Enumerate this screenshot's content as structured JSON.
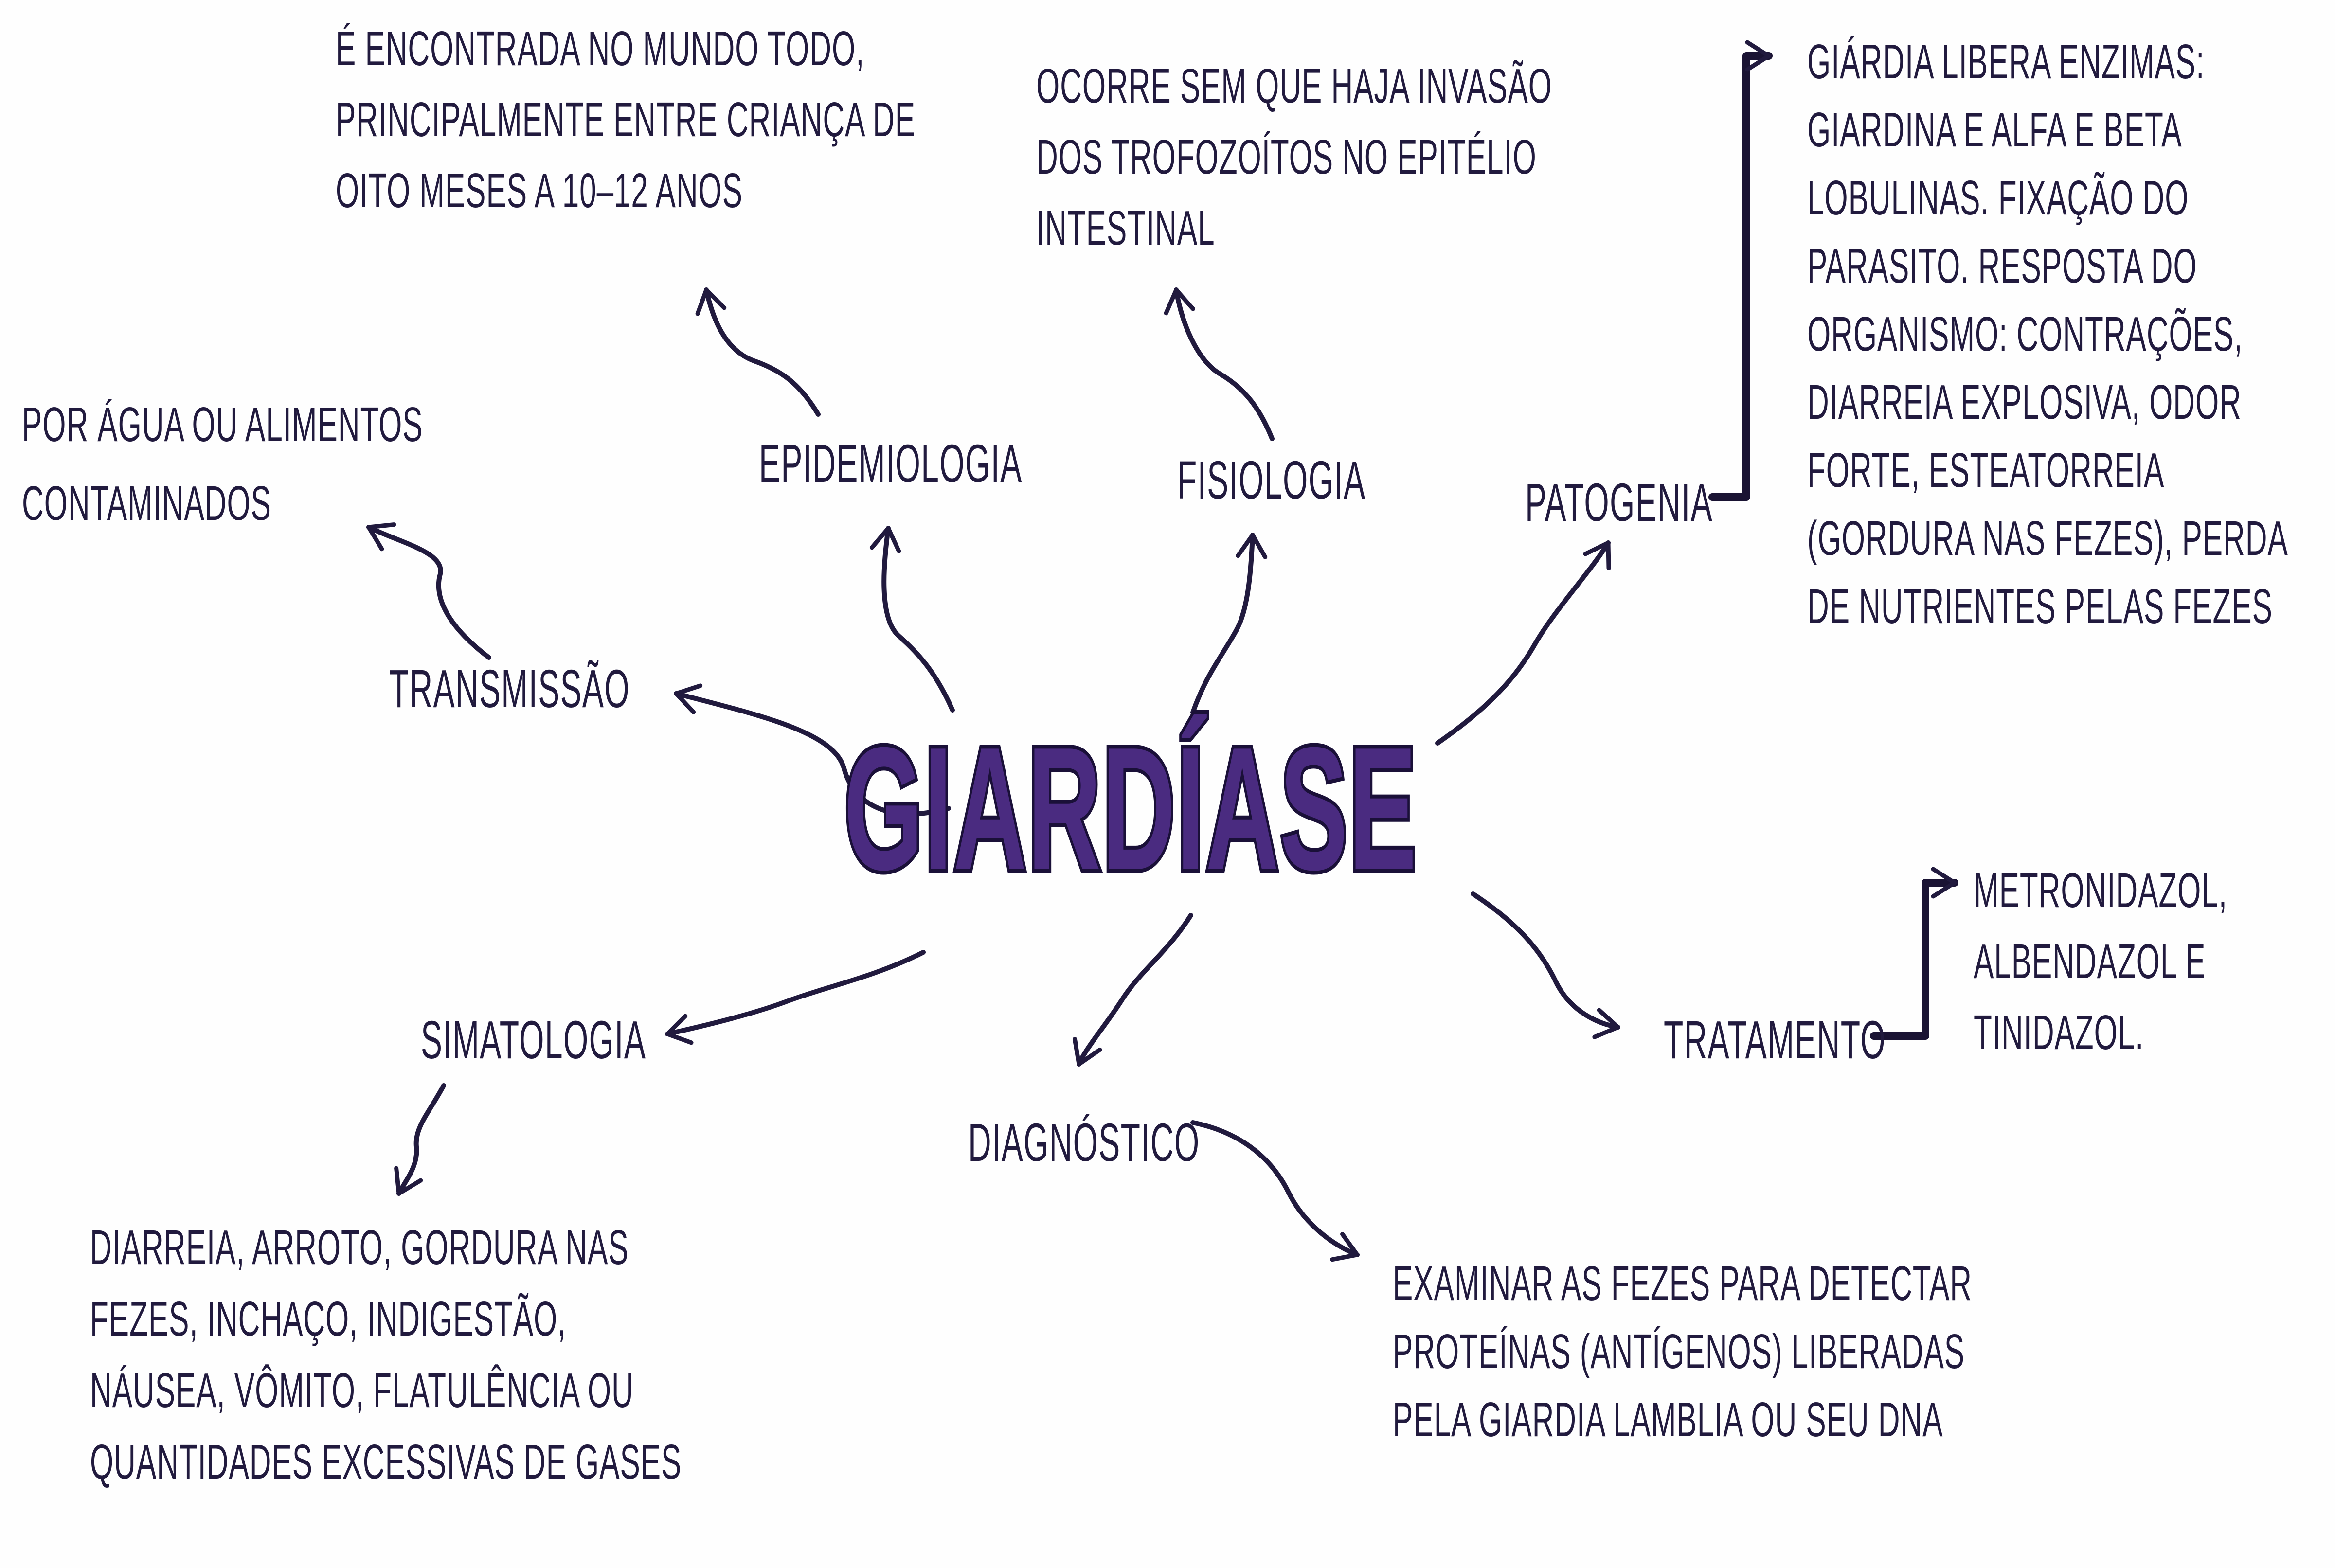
{
  "title": "GIARDÍASE",
  "colors": {
    "ink": "#211a3e",
    "title_fill": "#4a2b80",
    "title_outline": "#1a1038",
    "background": "#fefefe"
  },
  "branches": {
    "transmissao": {
      "label": "TRANSMISSÃO"
    },
    "epidemiologia": {
      "label": "EPIDEMIOLOGIA"
    },
    "fisiologia": {
      "label": "FISIOLOGIA"
    },
    "patogenia": {
      "label": "PATOGENIA"
    },
    "simatologia": {
      "label": "SIMATOLOGIA"
    },
    "diagnostico": {
      "label": "DIAGNÓSTICO"
    },
    "tratamento": {
      "label": "TRATAMENTO"
    }
  },
  "notes": {
    "transmissao": {
      "lines": [
        "POR ÁGUA OU ALIMENTOS",
        "CONTAMINADOS"
      ]
    },
    "epidemiologia": {
      "lines": [
        "É ENCONTRADA NO MUNDO TODO,",
        "PRINCIPALMENTE ENTRE CRIANÇA DE",
        "OITO MESES A 10–12 ANOS"
      ]
    },
    "fisiologia": {
      "lines": [
        "OCORRE SEM QUE HAJA INVASÃO",
        "DOS TROFOZOÍTOS NO EPITÉLIO",
        "INTESTINAL"
      ]
    },
    "patogenia": {
      "lines": [
        "GIÁRDIA LIBERA ENZIMAS:",
        "GIARDINA E ALFA E BETA",
        "LOBULINAS. FIXAÇÃO DO",
        "PARASITO. RESPOSTA DO",
        "ORGANISMO: CONTRAÇÕES,",
        "DIARREIA EXPLOSIVA, ODOR",
        "FORTE, ESTEATORREIA",
        "(GORDURA NAS FEZES), PERDA",
        "DE NUTRIENTES PELAS FEZES"
      ]
    },
    "simatologia": {
      "lines": [
        "DIARREIA, ARROTO, GORDURA NAS",
        "FEZES, INCHAÇO, INDIGESTÃO,",
        "NÁUSEA, VÔMITO, FLATULÊNCIA OU",
        "QUANTIDADES EXCESSIVAS DE GASES"
      ]
    },
    "diagnostico": {
      "lines": [
        "EXAMINAR AS FEZES PARA DETECTAR",
        "PROTEÍNAS (ANTÍGENOS) LIBERADAS",
        "PELA GIARDIA LAMBLIA OU SEU DNA"
      ]
    },
    "tratamento": {
      "lines": [
        "METRONIDAZOL,",
        "ALBENDAZOL E",
        "TINIDAZOL."
      ]
    }
  }
}
